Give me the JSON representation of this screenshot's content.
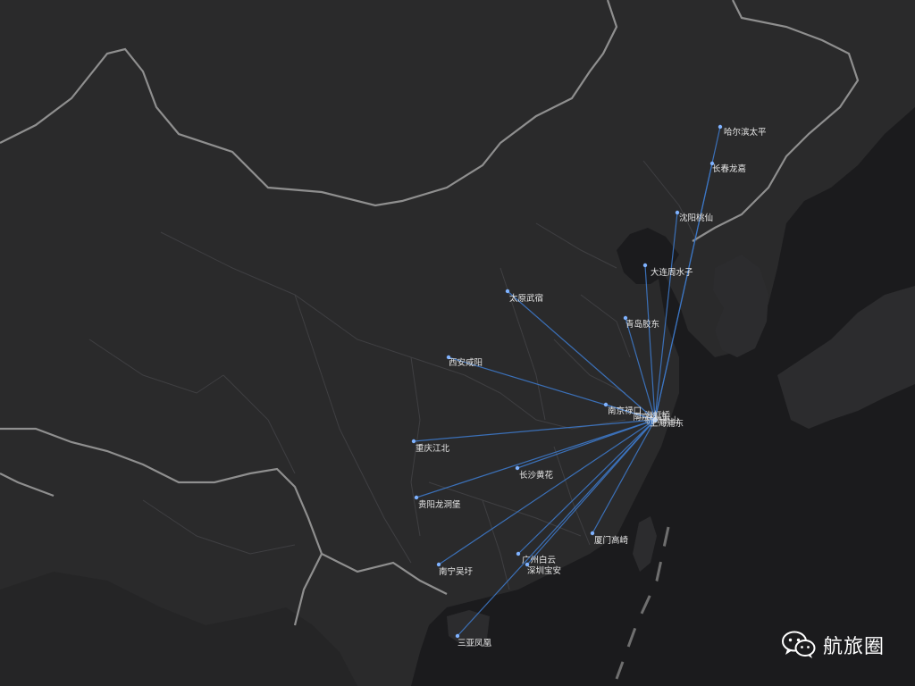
{
  "watermark": {
    "text": "航旅圈",
    "icon": "wechat-icon"
  },
  "colors": {
    "land": "#2a2a2b",
    "sea": "#1b1b1d",
    "border": "#8a8a8a",
    "province": "#3c3c3e",
    "route": "#3d78c8",
    "point": "#7fb2ff",
    "label": "#e6e6e6"
  },
  "hub": {
    "name": "上海浦东"
  },
  "hub_overlap_labels": [
    "南京禄口",
    "上海虹桥",
    "杭州萧山"
  ],
  "destinations": [
    {
      "name": "哈尔滨太平"
    },
    {
      "name": "长春龙嘉"
    },
    {
      "name": "沈阳桃仙"
    },
    {
      "name": "大连周水子"
    },
    {
      "name": "青岛胶东"
    },
    {
      "name": "太原武宿"
    },
    {
      "name": "西安咸阳"
    },
    {
      "name": "南京禄口"
    },
    {
      "name": "重庆江北"
    },
    {
      "name": "长沙黄花"
    },
    {
      "name": "贵阳龙洞堡"
    },
    {
      "name": "厦门高崎"
    },
    {
      "name": "广州白云"
    },
    {
      "name": "深圳宝安"
    },
    {
      "name": "南宁吴圩"
    },
    {
      "name": "三亚凤凰"
    }
  ]
}
